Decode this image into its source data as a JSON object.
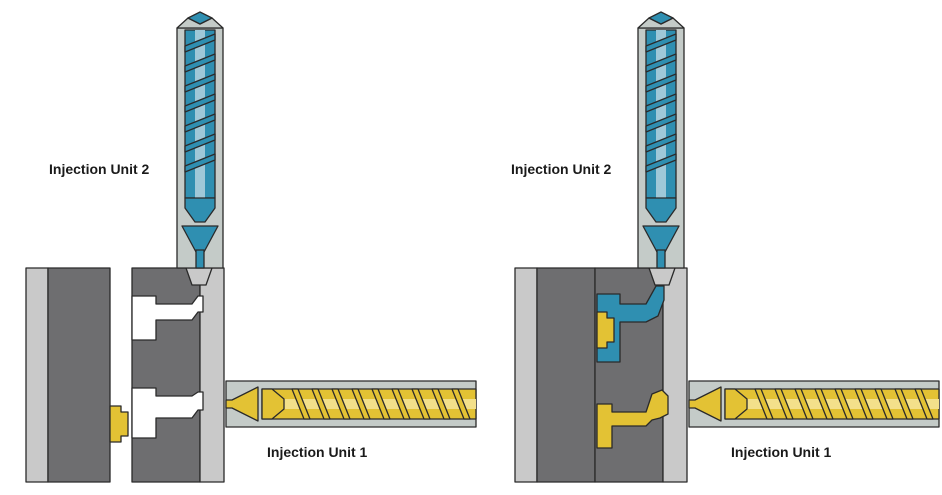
{
  "panels": [
    {
      "id": "before",
      "unit2_label": "Injection Unit 2",
      "unit1_label": "Injection Unit 1"
    },
    {
      "id": "after",
      "unit2_label": "Injection Unit 2",
      "unit1_label": "Injection Unit 1"
    }
  ],
  "colors": {
    "mold_dark": "#6e6e70",
    "mold_light": "#c9c9c9",
    "barrel": "#c4cbc8",
    "material_blue": "#2f8fb1",
    "material_yellow": "#e3c234",
    "cavity_empty": "#ffffff",
    "outline": "#2a2a2a"
  }
}
